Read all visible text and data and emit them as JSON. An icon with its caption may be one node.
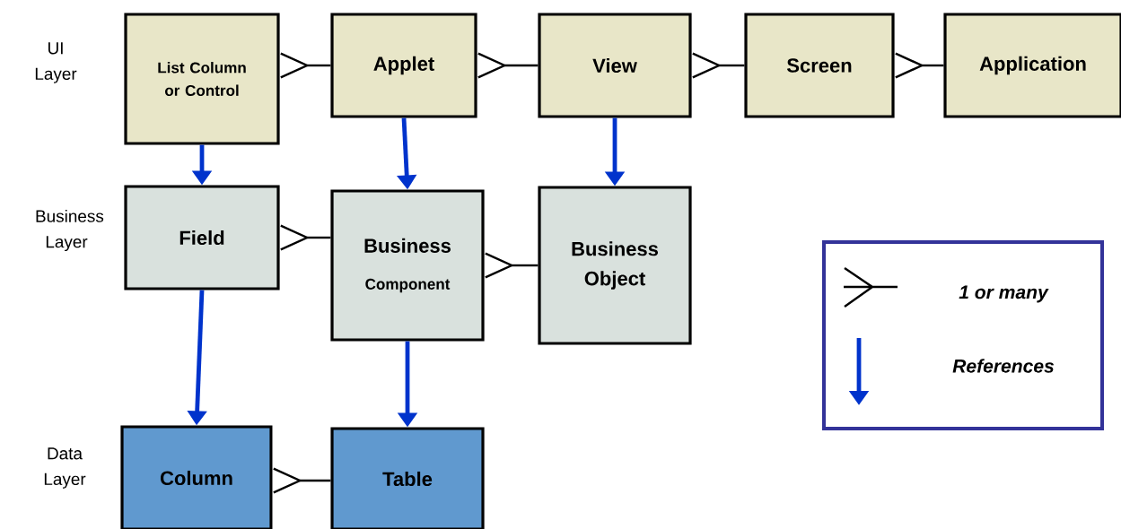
{
  "diagram": {
    "nodes": [
      {
        "text": [
          "List Column or Control"
        ]
      },
      {
        "text": [
          "Applet"
        ]
      },
      {
        "text": [
          "View"
        ]
      },
      {
        "text": [
          "Screen"
        ]
      },
      {
        "text": [
          "Application"
        ]
      },
      {
        "text": [
          "Field"
        ]
      },
      {
        "text": [
          "Business",
          "Component"
        ]
      },
      {
        "text": [
          "Business Object"
        ]
      },
      {
        "text": [
          "Column"
        ]
      },
      {
        "text": [
          "Table"
        ]
      }
    ],
    "edges": [
      {
        "from": 0,
        "to": 1,
        "arrow": "other"
      },
      {
        "from": 1,
        "to": 2,
        "arrow": "other"
      },
      {
        "from": 2,
        "to": 3,
        "arrow": "other"
      },
      {
        "from": 3,
        "to": 4,
        "arrow": "other"
      },
      {
        "from": 5,
        "to": 6,
        "arrow": "other"
      },
      {
        "from": 6,
        "to": 7,
        "arrow": "other"
      },
      {
        "from": 8,
        "to": 9,
        "arrow": "other"
      },
      {
        "from": 0,
        "to": 5,
        "arrow": "to",
        "style": "thick",
        "color": "#0033cc"
      },
      {
        "from": 1,
        "to": 6,
        "arrow": "to",
        "style": "thick",
        "color": "#0033cc"
      },
      {
        "from": 2,
        "to": 7,
        "arrow": "to",
        "style": "thick",
        "color": "#0033cc"
      },
      {
        "from": 5,
        "to": 8,
        "arrow": "to",
        "style": "thick",
        "color": "#0033cc"
      },
      {
        "from": 6,
        "to": 9,
        "arrow": "to",
        "style": "thick",
        "color": "#0033cc"
      }
    ],
    "labels": [
      "UI Layer",
      "Business Layer",
      "Data Layer"
    ],
    "legend": [
      {
        "text": "1 or many"
      },
      {
        "text": "References"
      }
    ]
  }
}
